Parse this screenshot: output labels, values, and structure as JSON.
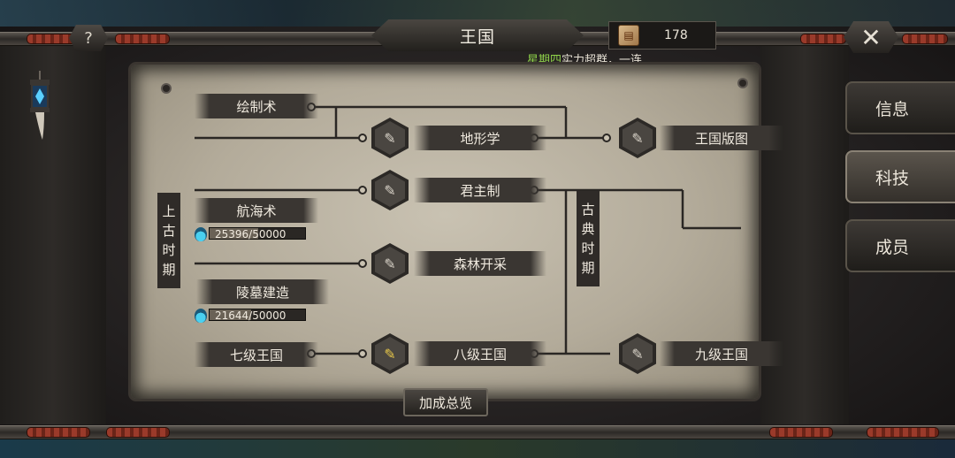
{
  "header": {
    "title": "王国",
    "resource_value": "178",
    "ticker_day": "星期四",
    "ticker_text": "实力超群，一连",
    "help_label": "?",
    "close_label": "✕"
  },
  "tabs": [
    {
      "label": "信息",
      "active": false
    },
    {
      "label": "科技",
      "active": true
    },
    {
      "label": "成员",
      "active": false
    }
  ],
  "eras": {
    "ancient": [
      "上",
      "古",
      "时",
      "期"
    ],
    "classical": [
      "古",
      "典",
      "时",
      "期"
    ]
  },
  "tech": {
    "drawing": "绘制术",
    "navigation": "航海术",
    "navigation_progress": "25396/50000",
    "navigation_fraction": 0.508,
    "tomb": "陵墓建造",
    "tomb_progress": "21644/50000",
    "tomb_fraction": 0.433,
    "level7": "七级王国",
    "topography": "地形学",
    "monarchy": "君主制",
    "forest": "森林开采",
    "level8": "八级王国",
    "kingdom_map": "王国版图",
    "level9": "九级王国"
  },
  "footer": {
    "bonus_label": "加成总览"
  },
  "icons": {
    "node_icon": "quill-icon",
    "resource_icon": "scroll-icon",
    "flask_icon": "research-flask-icon"
  },
  "colors": {
    "ticker_day": "#8fd24a",
    "parchment": "#c9c2b2"
  }
}
